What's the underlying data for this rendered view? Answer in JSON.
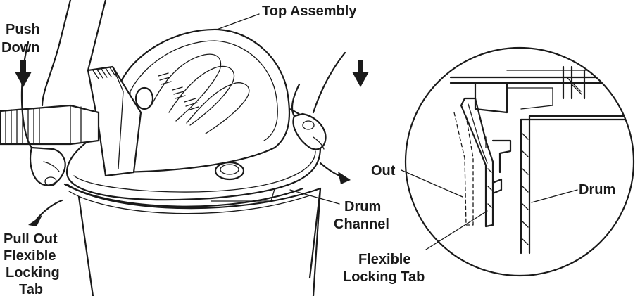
{
  "labels": {
    "top_assembly": "Top Assembly",
    "push_down_1": "Push",
    "push_down_2": "Down",
    "pull_out_1": "Pull Out",
    "pull_out_2": "Flexible",
    "pull_out_3": "Locking",
    "pull_out_4": "Tab",
    "drum_channel_1": "Drum",
    "drum_channel_2": "Channel",
    "out": "Out",
    "drum": "Drum",
    "flex_tab_1": "Flexible",
    "flex_tab_2": "Locking Tab"
  },
  "colors": {
    "line": "#1a1a1a",
    "background": "#ffffff",
    "shade": "#d9d9d9"
  },
  "icons": [
    "down-arrow-icon",
    "curved-arrow-icon"
  ]
}
